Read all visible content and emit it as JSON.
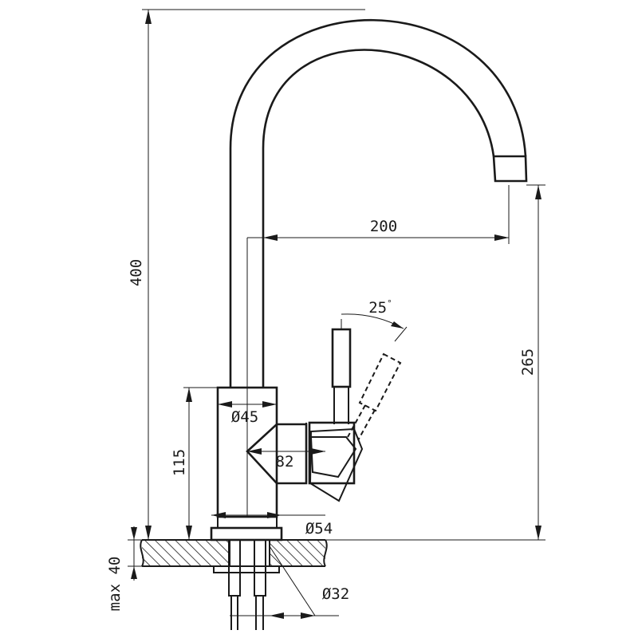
{
  "dimensions": {
    "total_height": "400",
    "spout_reach": "200",
    "lever_angle": "25",
    "degree_symbol": "°",
    "spout_outlet_height": "265",
    "body_height": "115",
    "body_diameter": "Ø45",
    "handle_depth": "82",
    "base_diameter": "Ø54",
    "counter_thickness_max": "max 40",
    "hole_diameter": "Ø32"
  }
}
